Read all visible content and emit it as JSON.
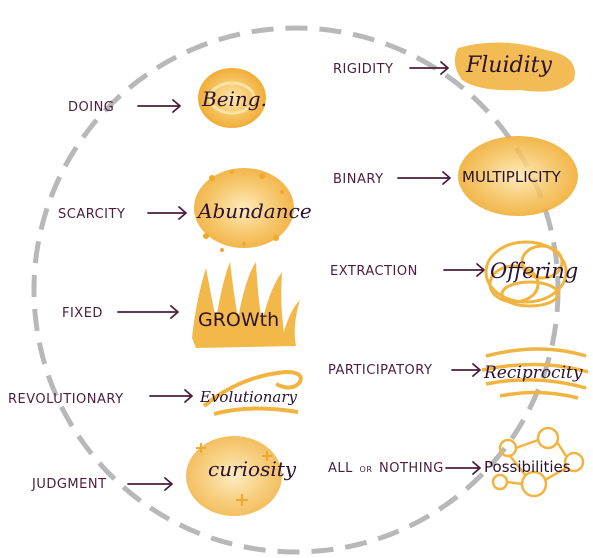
{
  "colors": {
    "circle": "#b8b8b8",
    "label": "#4a1e3c",
    "highlight": "#f2b441",
    "ink": "#2a1230"
  },
  "left_column": [
    {
      "from": "DOING",
      "to": "Being."
    },
    {
      "from": "SCARCITY",
      "to": "Abundance"
    },
    {
      "from": "FIXED",
      "to": "GROWth"
    },
    {
      "from": "REVOLUTIONARY",
      "to": "Evolutionary"
    },
    {
      "from": "JUDGMENT",
      "to": "curiosity"
    }
  ],
  "right_column": [
    {
      "from": "RIGIDITY",
      "to": "Fluidity"
    },
    {
      "from": "BINARY",
      "to": "MULTIPLICITY"
    },
    {
      "from": "EXTRACTION",
      "to": "Offering"
    },
    {
      "from": "PARTICIPATORY",
      "to": "Reciprocity"
    },
    {
      "from_parts": [
        "ALL",
        "OR",
        "NOTHING"
      ],
      "to": "Possibilities"
    }
  ]
}
